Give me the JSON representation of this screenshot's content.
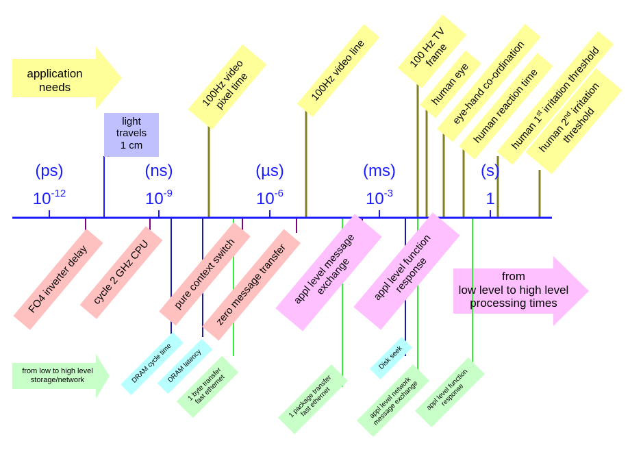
{
  "scale": {
    "units": [
      "(ps)",
      "(ns)",
      "(µs)",
      "(ms)",
      "(s)"
    ],
    "exponents": [
      {
        "base": "10",
        "exp": "-12"
      },
      {
        "base": "10",
        "exp": "-9"
      },
      {
        "base": "10",
        "exp": "-6"
      },
      {
        "base": "10",
        "exp": "-3"
      },
      {
        "base": "1",
        "exp": ""
      }
    ]
  },
  "arrows": {
    "application": {
      "line1": "application",
      "line2": "needs"
    },
    "processing": {
      "line1": "from",
      "line2": "low level to high level",
      "line3": "processing times"
    },
    "storage": {
      "line1": "from low to high level",
      "line2": "storage/network"
    }
  },
  "light_box": {
    "line1": "light",
    "line2": "travels",
    "line3": "1 cm"
  },
  "application_needs": {
    "video_pixel": {
      "line1": "100Hz video",
      "line2": "pixel time"
    },
    "video_line": "100Hz video line",
    "tv_frame": {
      "line1": "100 Hz TV",
      "line2": "frame"
    },
    "human_eye": "human eye",
    "eye_hand": "eye-hand co-ordination",
    "reaction": "human reaction time",
    "irritation1": {
      "pre": "human 1",
      "sup": "st",
      "post": " irritation threshold"
    },
    "irritation2": {
      "pre": "human 2",
      "sup": "nd",
      "post": " irritation",
      "line2": "threshold"
    }
  },
  "processing": {
    "fo4": "FO4 inverter delay",
    "cpu": "cycle 2 GHz CPU",
    "context_switch": "pure context switch",
    "zero_msg": "zero message transfer",
    "appl_msg": {
      "line1": "appl level message",
      "line2": "exchange"
    },
    "appl_func": {
      "line1": "appl level function",
      "line2": "response"
    }
  },
  "storage": {
    "dram_cycle": "DRAM cycle time",
    "dram_latency": "DRAM latency",
    "byte_transfer": {
      "line1": "1 byte transfer",
      "line2": "fast ethernet"
    },
    "package_transfer": {
      "line1": "1 package transfer",
      "line2": "fast ethernet"
    },
    "disk_seek": "Disk seek",
    "net_msg": {
      "line1": "appl level network",
      "line2": "message exchange"
    },
    "func_resp": {
      "line1": "appl level function",
      "line2": "response"
    }
  }
}
